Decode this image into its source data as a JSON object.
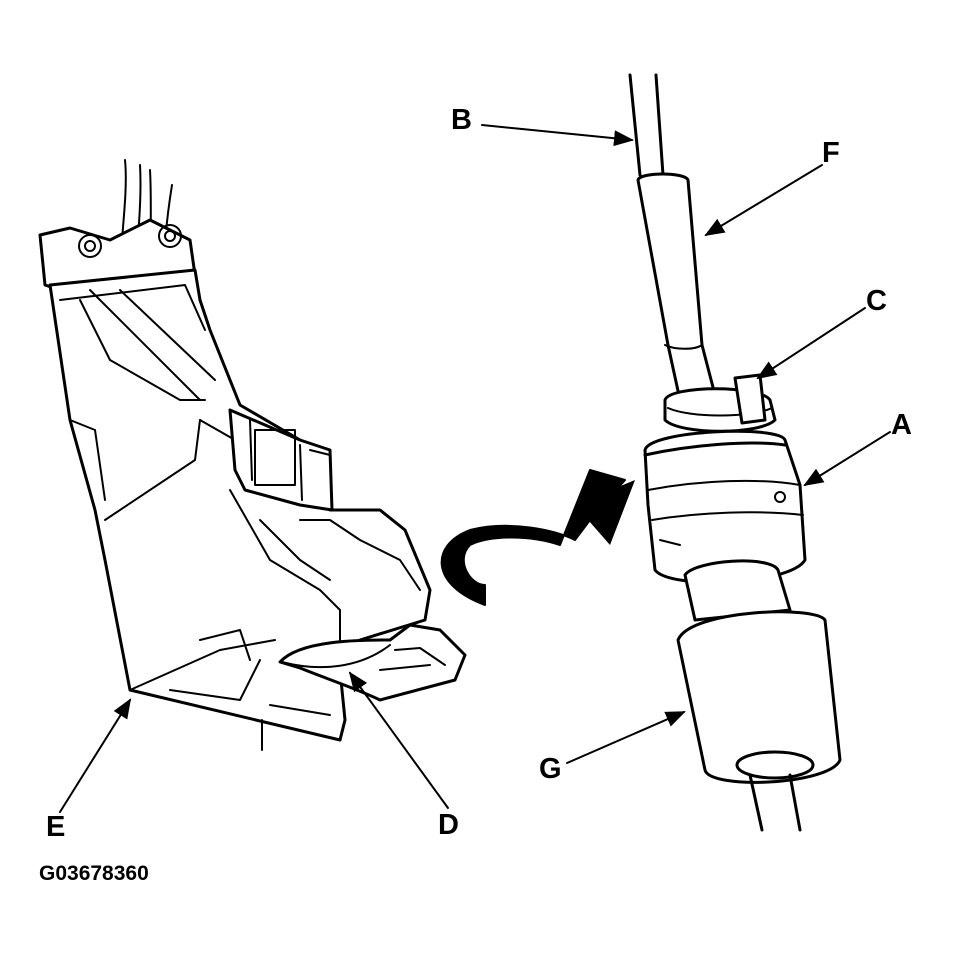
{
  "labels": {
    "a": "A",
    "b": "B",
    "c": "C",
    "d": "D",
    "e": "E",
    "f": "F",
    "g": "G"
  },
  "figure_code": "G03678360"
}
